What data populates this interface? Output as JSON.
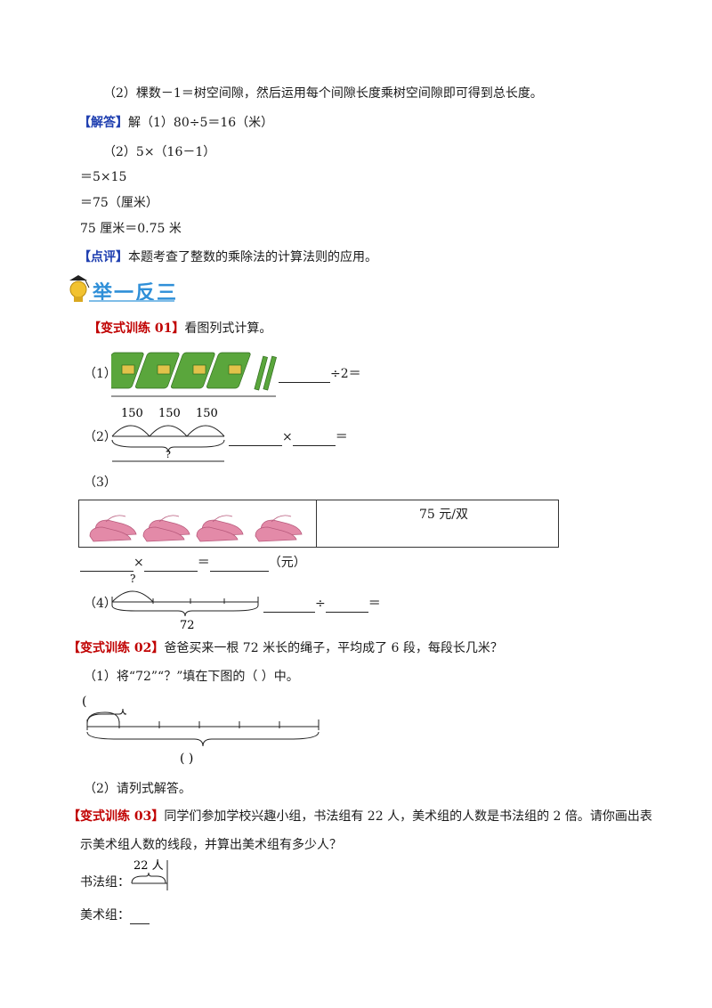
{
  "lines": {
    "l1": "（2）棵数－1＝树空间隙，然后运用每个间隙长度乘树空间隙即可得到总长度。",
    "answer_tag": "【解答】",
    "answer_1": "解（1）80÷5＝16（米）",
    "answer_2": "（2）5×（16－1）",
    "answer_3": "＝5×15",
    "answer_4": "＝75（厘米）",
    "answer_5": "75 厘米＝0.75 米",
    "comment_tag": "【点评】",
    "comment": "本题考查了整数的乘除法的计算法则的应用。"
  },
  "section_banner": "举一反三",
  "ex1": {
    "tag": "【变式训练 01】",
    "prompt": "看图列式计算。",
    "q1_label": "（1）",
    "q1_tail": "÷2＝",
    "q2_label": "（2）",
    "q2_nums": [
      "150",
      "150",
      "150"
    ],
    "q2_mult": "×",
    "q2_eq": "＝",
    "q2_q": "?",
    "q3_label": "（3）",
    "q3_price": "75 元/双",
    "q3_mult": "×",
    "q3_eq": "＝",
    "q3_unit": "（元）",
    "q4_label": "（4）",
    "q4_q": "?",
    "q4_total": "72",
    "q4_div": "÷",
    "q4_eq": "＝"
  },
  "ex2": {
    "tag": "【变式训练 02】",
    "prompt": "爸爸买来一根 72 米长的绳子，平均成了 6 段，每段长几米？",
    "sub1": "（1）将“72”“？”填在下图的（    ）中。",
    "paren_top": "(",
    "paren_bottom": "(        )",
    "sub2": "（2）请列式解答。"
  },
  "ex3": {
    "tag": "【变式训练 03】",
    "prompt_1": "同学们参加学校兴趣小组，书法组有 22 人，美术组的人数是书法组的 2 倍。请你画出表",
    "prompt_2": "示美术组人数的线段，并算出美术组有多少人？",
    "calligraphy_label": "书法组：",
    "calligraphy_count": "22 人",
    "art_label": "美术组："
  },
  "colors": {
    "red_tag": "#c00000",
    "blue_tag": "#1f3fb0",
    "bamboo": "#5aa63c",
    "shoe": "#e38aa8"
  }
}
